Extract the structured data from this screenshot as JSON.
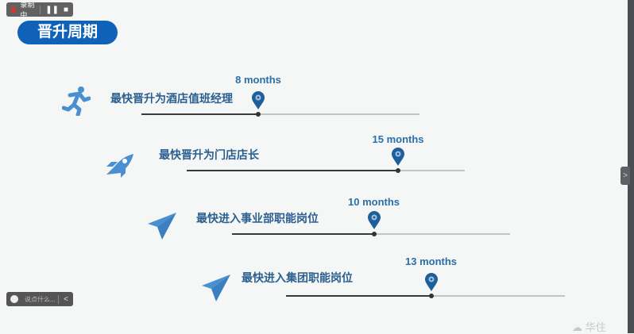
{
  "title": "晋升周期",
  "recording": {
    "label": "录制中",
    "pause": "❚❚",
    "stop": "■"
  },
  "rows": [
    {
      "label": "最快晋升为酒店值班经理",
      "months": "8 months",
      "progress": 0.42,
      "icon": "running-person-icon"
    },
    {
      "label": "最快晋升为门店店长",
      "months": "15 months",
      "progress": 0.76,
      "icon": "rocket-icon"
    },
    {
      "label": "最快进入事业部职能岗位",
      "months": "10 months",
      "progress": 0.51,
      "icon": "paper-plane-icon"
    },
    {
      "label": "最快进入集团职能岗位",
      "months": "13 months",
      "progress": 0.52,
      "icon": "paper-plane-icon"
    }
  ],
  "chat": {
    "placeholder": "说点什么...",
    "toggle": "<"
  },
  "side_toggle": ">",
  "logo": "华住",
  "colors": {
    "accent": "#0f62b8",
    "label": "#2a5f8f",
    "icon": "#4a90d0"
  }
}
